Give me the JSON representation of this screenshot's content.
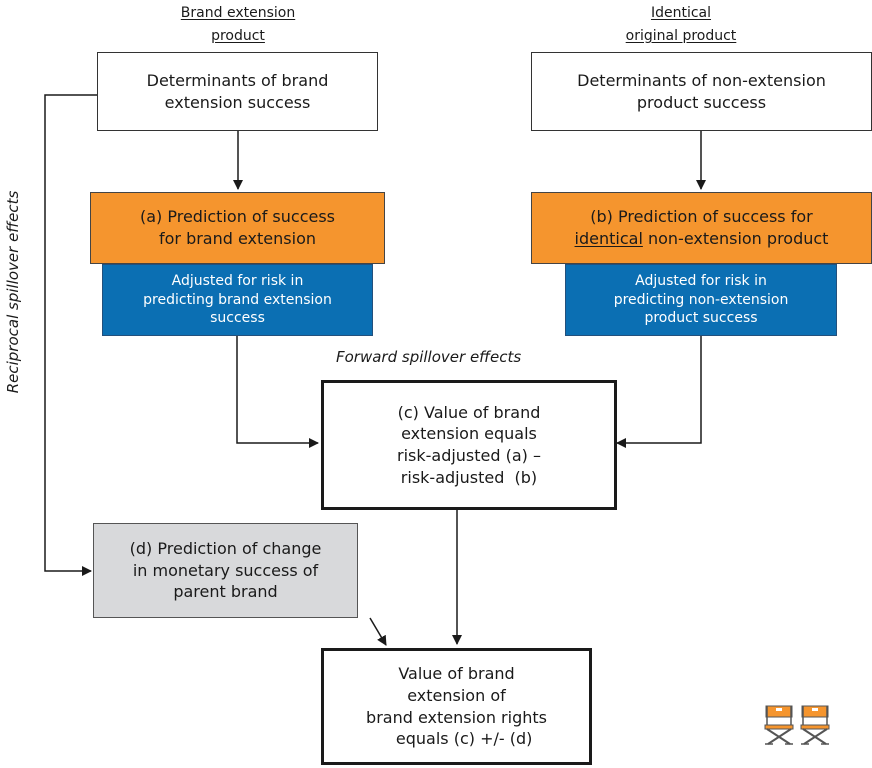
{
  "headers": {
    "left_line1": "Brand extension",
    "left_line2": "product",
    "right_line1": "Identical",
    "right_line2": "original product"
  },
  "boxes": {
    "determinants_left": [
      "Determinants of brand",
      "extension success"
    ],
    "determinants_right": [
      "Determinants of non-extension",
      "product success"
    ],
    "prediction_a": [
      "(a) Prediction of success",
      "for brand extension"
    ],
    "prediction_b_prefix": "(b) Prediction of success for",
    "prediction_b_underlined": "identical",
    "prediction_b_suffix": " non-extension product",
    "risk_left": [
      "Adjusted for risk in",
      "predicting brand extension",
      "success"
    ],
    "risk_right": [
      "Adjusted for risk in",
      "predicting non-extension",
      "product success"
    ],
    "value_c": [
      "(c) Value of brand",
      "extension equals",
      "risk-adjusted (a) –",
      "risk-adjusted  (b)"
    ],
    "prediction_d": [
      "(d) Prediction of change",
      "in monetary success of",
      "parent brand"
    ],
    "final_value": [
      "Value of brand",
      "extension of",
      "brand extension rights",
      "   equals (c) +/- (d)"
    ]
  },
  "labels": {
    "forward_spillover": "Forward spillover effects",
    "reciprocal_spillover": "Reciprocal spillover effects"
  },
  "icons": [
    "directors-chair-icon",
    "directors-chair-icon"
  ],
  "colors": {
    "orange": "#f5952e",
    "blue": "#0b6fb3",
    "gray": "#d8d9db"
  }
}
